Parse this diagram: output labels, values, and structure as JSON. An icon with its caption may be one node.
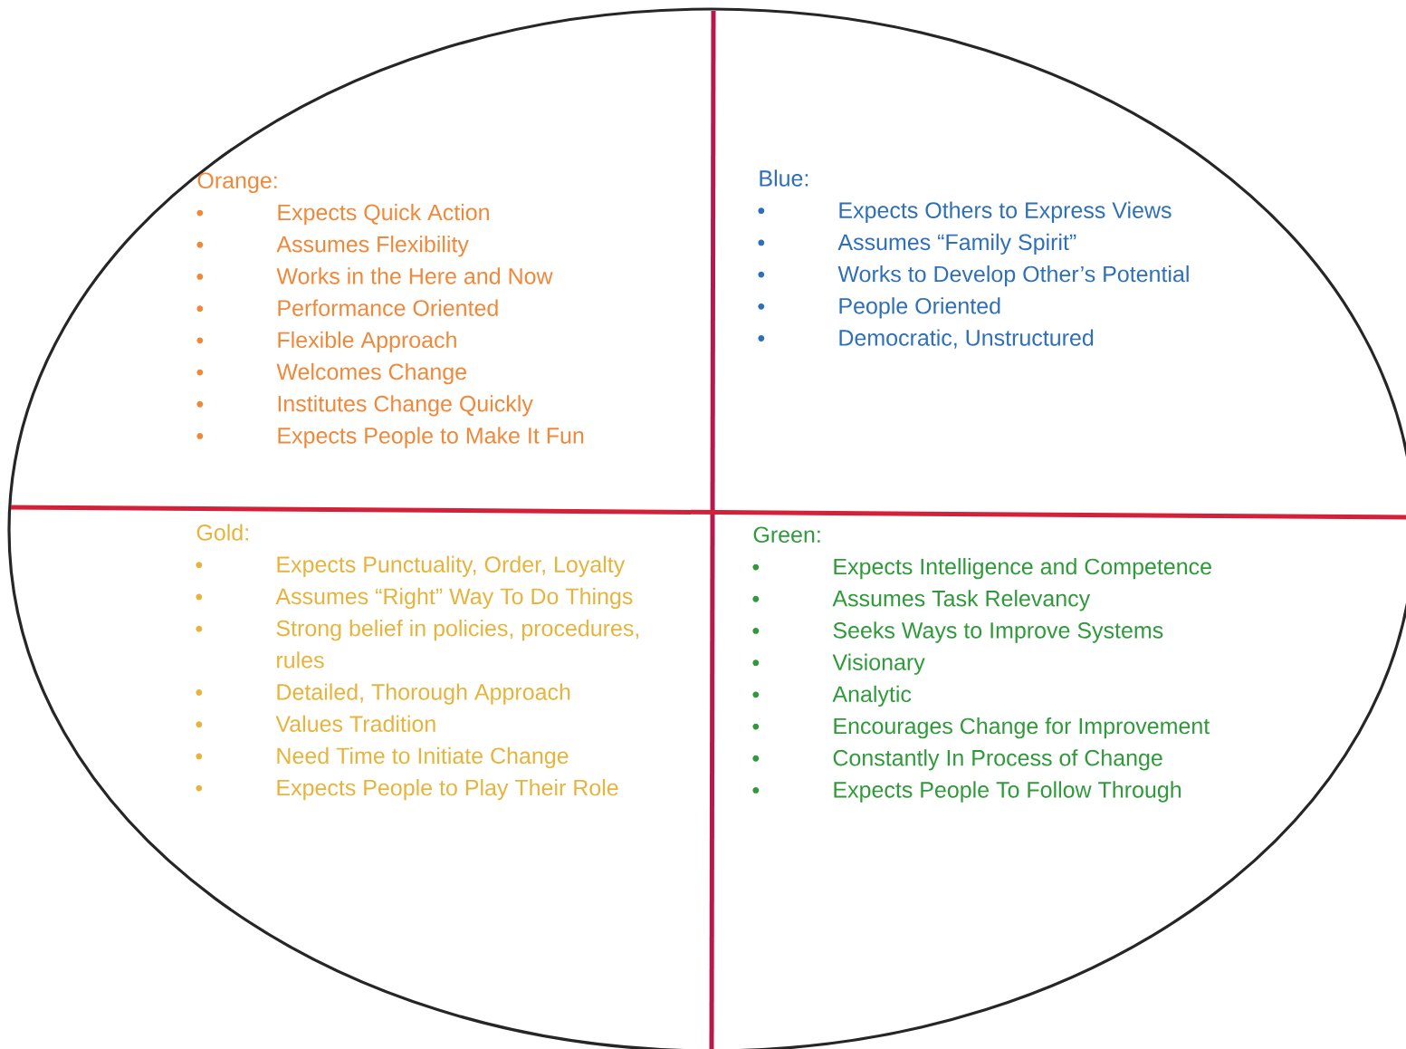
{
  "diagram": {
    "nodes": [
      {
        "text": [
          "Orange:",
          "Expects Quick Action",
          "Assumes Flexibility",
          "Works in the Here and Now",
          "Performance Oriented",
          "Flexible Approach",
          "Welcomes Change",
          "Institutes Change Quickly",
          "Expects People to Make It Fun"
        ]
      },
      {
        "text": [
          "Blue:",
          "Expects Others to Express Views",
          "Assumes “Family Spirit”",
          "Works to Develop Other’s Potential",
          "People Oriented",
          "Democratic, Unstructured"
        ]
      },
      {
        "text": [
          "Gold:",
          "Expects Punctuality, Order, Loyalty",
          "Assumes “Right” Way To Do Things",
          "Strong belief in policies, procedures, rules",
          "Detailed, Thorough Approach",
          "Values Tradition",
          "Need Time to Initiate Change",
          "Expects People to Play Their Role"
        ]
      },
      {
        "text": [
          "Green:",
          "Expects Intelligence and Competence",
          "Assumes Task Relevancy",
          "Seeks Ways to Improve Systems",
          "Visionary",
          "Analytic",
          "Encourages Change for Improvement",
          "Constantly In Process of Change",
          "Expects People To Follow Through"
        ]
      }
    ]
  }
}
